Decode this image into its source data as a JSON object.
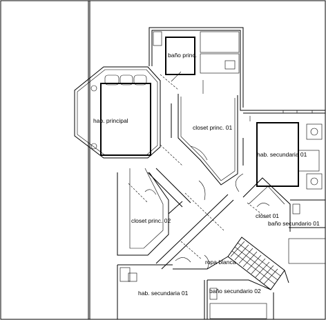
{
  "rooms": {
    "bano_princ": "baño princ.",
    "hab_principal": "hab. principal",
    "closet_princ_01": "closet princ. 01",
    "hab_secundaria_01_right": "hab. secundaria 01",
    "closet_princ_02": "closet princ. 02",
    "closet_01": "closet 01",
    "bano_secundario_01": "baño secundario 01",
    "ropa_blanca": "ropa blanca",
    "hab_secundaria_01_bottom": "hab. secundaria 01",
    "bano_secundario_02": "baño secundario 02"
  }
}
